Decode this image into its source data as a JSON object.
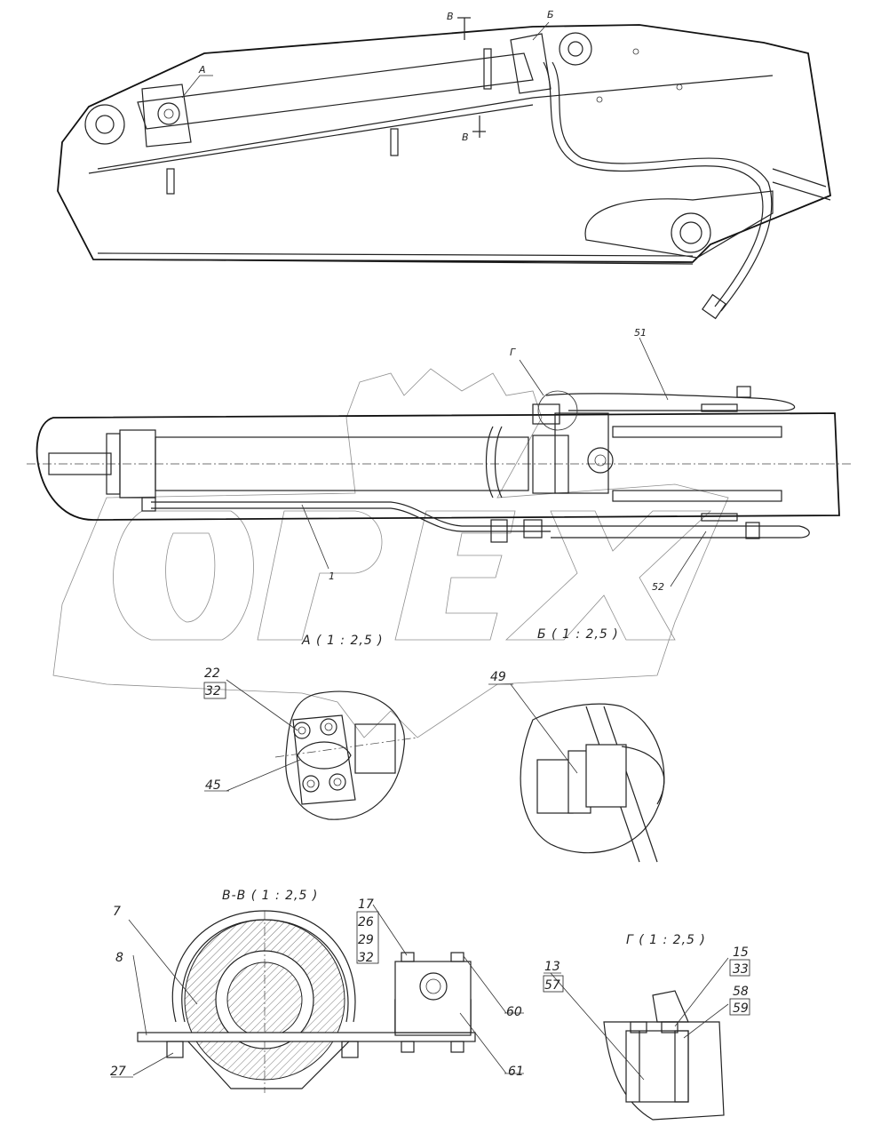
{
  "views": {
    "view_a": "А ( 1 : 2,5 )",
    "view_b": "Б ( 1 : 2,5 )",
    "view_vv": "В-В ( 1 : 2,5 )",
    "view_g": "Г ( 1 : 2,5 )"
  },
  "markers": {
    "a": "А",
    "b": "Б",
    "v_top": "В",
    "v_bottom": "В",
    "g": "Г"
  },
  "callouts": {
    "c1": "1",
    "c7": "7",
    "c8": "8",
    "c13": "13",
    "c15": "15",
    "c17": "17",
    "c22": "22",
    "c26": "26",
    "c27": "27",
    "c29": "29",
    "c32a": "32",
    "c32b": "32",
    "c33": "33",
    "c45": "45",
    "c49": "49",
    "c51": "51",
    "c52": "52",
    "c57": "57",
    "c58": "58",
    "c59": "59",
    "c60": "60",
    "c61": "61"
  },
  "watermark": "OPEX"
}
